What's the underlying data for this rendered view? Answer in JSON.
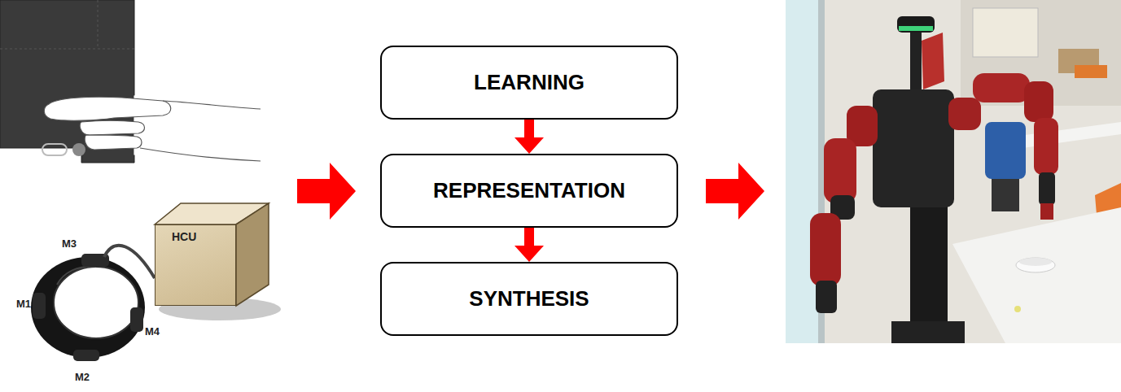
{
  "diagram": {
    "nodes": [
      {
        "text": [
          "HCU"
        ]
      },
      {
        "text": [
          "LEARNING"
        ]
      },
      {
        "text": [
          "REPRESENTATION"
        ]
      },
      {
        "text": [
          "SYNTHESIS"
        ]
      }
    ],
    "edges": [
      {
        "from": 1,
        "to": 2,
        "arrow": "to"
      },
      {
        "from": 2,
        "to": 3,
        "arrow": "to"
      }
    ],
    "labels": [
      "M3",
      "M1",
      "M4",
      "M2"
    ]
  }
}
